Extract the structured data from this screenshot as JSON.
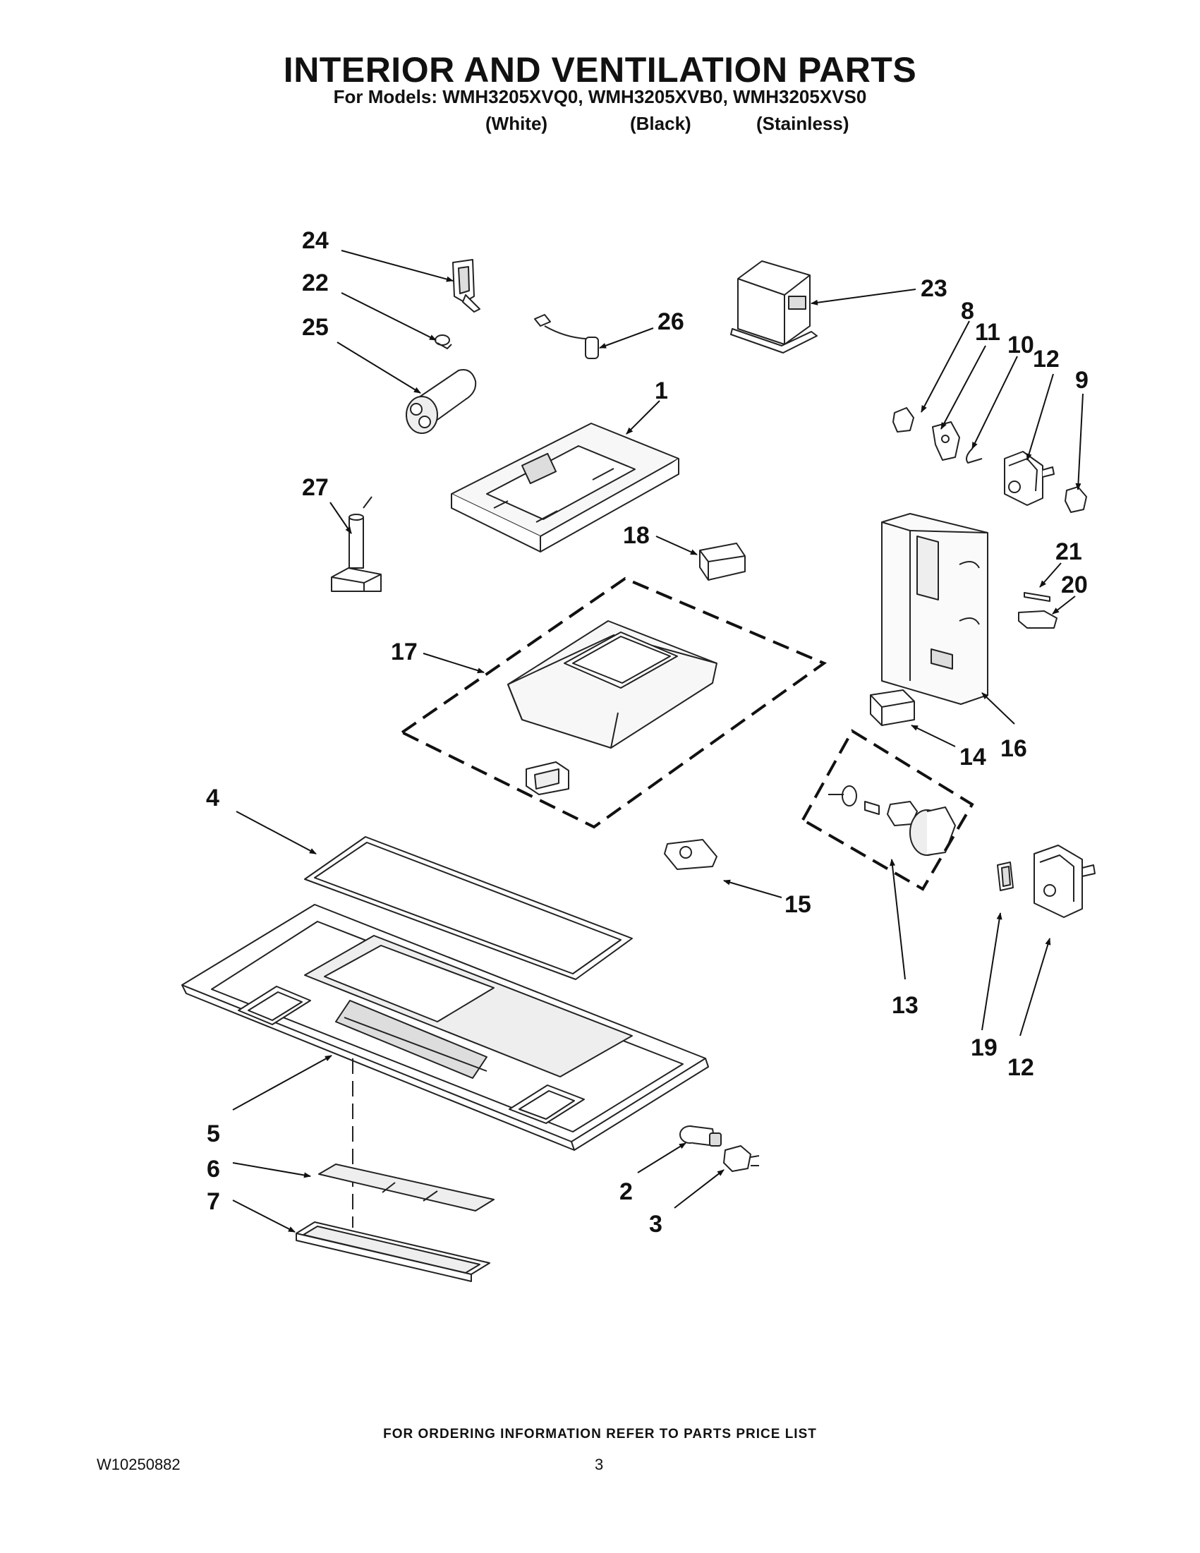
{
  "header": {
    "title": "INTERIOR AND VENTILATION PARTS",
    "models_line": "For Models: WMH3205XVQ0, WMH3205XVB0, WMH3205XVS0",
    "colors": [
      "(White)",
      "(Black)",
      "(Stainless)"
    ]
  },
  "callouts": [
    "24",
    "22",
    "25",
    "26",
    "23",
    "8",
    "11",
    "10",
    "12",
    "9",
    "1",
    "27",
    "18",
    "21",
    "20",
    "17",
    "16",
    "14",
    "4",
    "13",
    "15",
    "19",
    "12",
    "5",
    "6",
    "7",
    "2",
    "3"
  ],
  "footer": {
    "ordering_note": "FOR ORDERING INFORMATION REFER TO PARTS PRICE LIST",
    "doc_number": "W10250882",
    "page_number": "3"
  }
}
